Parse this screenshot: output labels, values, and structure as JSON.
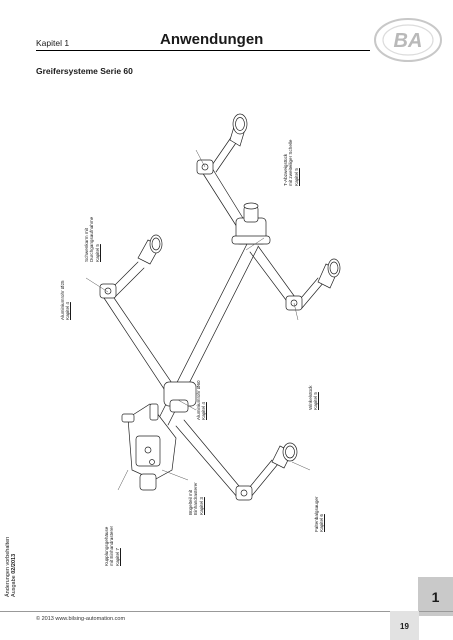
{
  "header": {
    "chapter": "Kapitel 1",
    "title": "Anwendungen",
    "logo_text": "BA"
  },
  "subtitle": "Greifersysteme Serie 60",
  "labels": [
    {
      "lines": [
        "Aluminiumrohr Ø25"
      ],
      "link": "Kapitel 4"
    },
    {
      "lines": [
        "Schwenkarm mit",
        "Durchgangsaufnahme"
      ],
      "link": "Kapitel 5"
    },
    {
      "lines": [
        "T-Abzweigstück",
        "mit zweiteiliger Schelle"
      ],
      "link": "Kapitel 5"
    },
    {
      "lines": [
        "Aluminiumrohr Ø60"
      ],
      "link": "Kapitel 4"
    },
    {
      "lines": [
        "Winkelstück"
      ],
      "link": "Kapitel 5"
    },
    {
      "lines": [
        "Bügelteil mit",
        "Einhandrasterer"
      ],
      "link": "Kapitel 3"
    },
    {
      "lines": [
        "Faltenbalgsauger"
      ],
      "link": "Kapitel 6"
    },
    {
      "lines": [
        "Kupplungsgehäuse",
        "mit Einhandrasterer"
      ],
      "link": "Kapitel 7"
    }
  ],
  "sidenote": {
    "line1": "Änderungen vorbehalten",
    "edition_prefix": "Ausgabe",
    "edition": "02/2013"
  },
  "footer": {
    "copyright": "© 2013 www.bilsing-automation.com",
    "page": "19",
    "chapter_tab": "1"
  }
}
